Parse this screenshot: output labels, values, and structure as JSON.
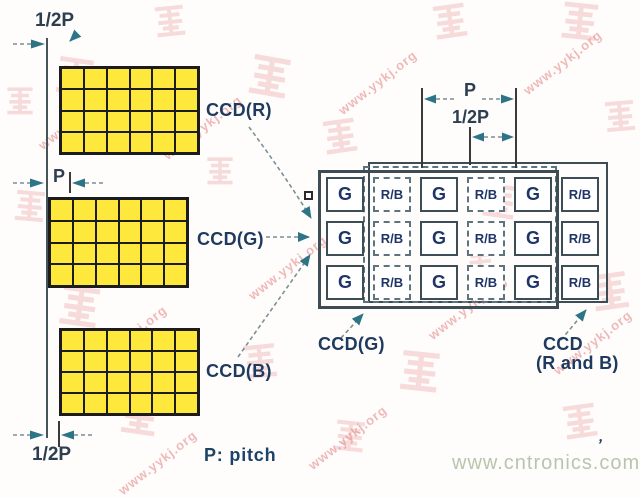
{
  "colors": {
    "pixel_yellow": "#ffe83c",
    "grid_line": "#1c1c1c",
    "label_navy": "#1e3a5e",
    "cell_text_navy": "#1f3568",
    "arrow_teal": "#2d7486",
    "dash_gray": "#7a8f98",
    "cell_border": "#3d4d55",
    "dashed_border": "#5d737d",
    "watermark_red": "#e28282",
    "site_gray_green": "#b7c5ae"
  },
  "left_panel": {
    "dim_top_label": "1/2P",
    "dim_mid_label": "P",
    "dim_bottom_label": "1/2P",
    "pitch_note": "P: pitch",
    "ccd_grids": [
      {
        "label": "CCD(R)",
        "cols": 6,
        "rows": 4
      },
      {
        "label": "CCD(G)",
        "cols": 6,
        "rows": 4
      },
      {
        "label": "CCD(B)",
        "cols": 6,
        "rows": 4
      }
    ]
  },
  "right_panel": {
    "dim_p_label": "P",
    "dim_halfp_label": "1/2P",
    "bottom_left_label": "CCD(G)",
    "bottom_right_label_line1": "CCD",
    "bottom_right_label_line2": "(R and B)",
    "cell_grid": {
      "rows": [
        [
          "G",
          "R/B",
          "G",
          "R/B",
          "G",
          "R/B"
        ],
        [
          "G",
          "R/B",
          "G",
          "R/B",
          "G",
          "R/B"
        ],
        [
          "G",
          "R/B",
          "G",
          "R/B",
          "G",
          "R/B"
        ]
      ]
    }
  },
  "watermark": {
    "diagonal_text": "www.yykj.org",
    "site_text": "www.cntronics.com",
    "stray_mark": "’"
  }
}
